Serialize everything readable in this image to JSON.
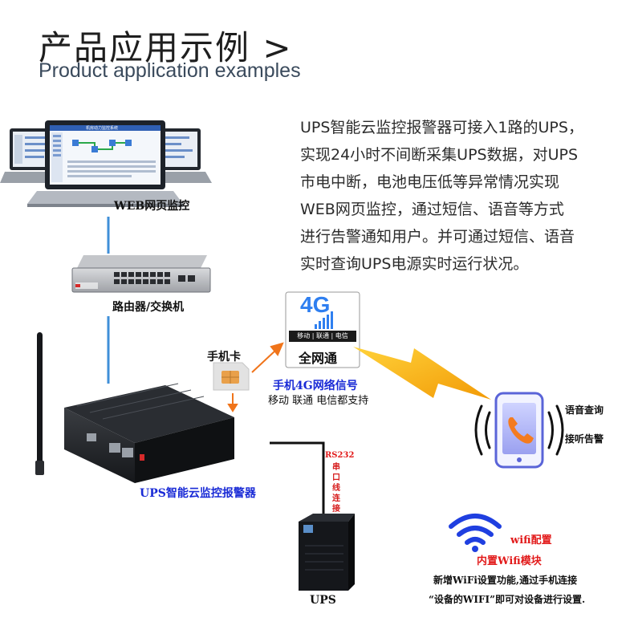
{
  "header": {
    "title_zh": "产品应用示例 >",
    "title_en": "Product application examples"
  },
  "description": {
    "lines": [
      "UPS智能云监控报警器可接入1路的UPS，",
      "实现24小时不间断采集UPS数据，对UPS",
      "市电中断，电池电压低等异常情况实现",
      "WEB网页监控，通过短信、语音等方式",
      "进行告警通知用户。并可通过短信、语音",
      "实时查询UPS电源实时运行状况。"
    ]
  },
  "labels": {
    "web": "WEB网页监控",
    "router": "路由器/交换机",
    "sim": "手机卡",
    "device": "UPS智能云监控报警器",
    "signal": "手机4G网络信号",
    "carriers": "移动 联通 电信都支持",
    "rs232": "RS232",
    "serial_chars": [
      "串",
      "口",
      "线",
      "连",
      "接"
    ],
    "ups": "UPS",
    "voice_query": "语音查询",
    "answer_alarm": "接听告警",
    "wifi_config": "wifi配置",
    "wifi_module": "内置Wifi模块",
    "wifi_note1": "新增WiFi设置功能,通过手机连接",
    "wifi_note2": "“设备的WIFI”即可对设备进行设置."
  },
  "badge4g": {
    "big": "4G",
    "small": "移动 | 联通 | 电信",
    "bottom": "全网通"
  },
  "screen": {
    "title": "机房动力监控系统"
  },
  "colors": {
    "line_blue": "#3f8fd8",
    "label_blue": "#1a2bd6",
    "label_red": "#e21b1b",
    "wifi_blue": "#1f3fe0",
    "signal_orange": "#f5a30a",
    "phone_border": "#5a64d8"
  }
}
